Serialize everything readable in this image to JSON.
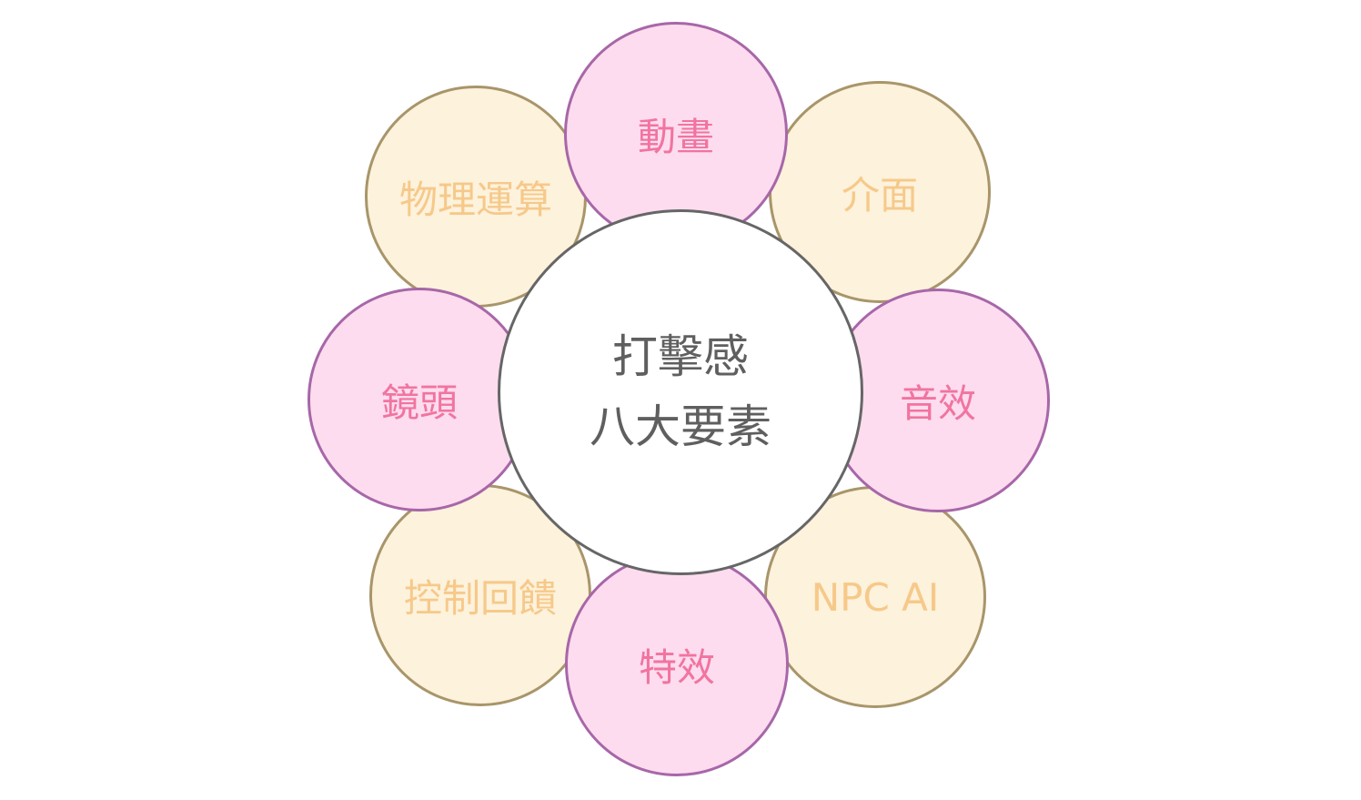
{
  "center": {
    "line1": "打擊感",
    "line2": "八大要素"
  },
  "elements": {
    "animation": "動畫",
    "ui": "介面",
    "sound": "音效",
    "npc_ai": "NPC AI",
    "vfx": "特效",
    "control_feedback": "控制回饋",
    "camera": "鏡頭",
    "physics": "物理運算"
  },
  "colors": {
    "pink_fill": "#fddcef",
    "pink_border": "#a767a8",
    "pink_text": "#f1749f",
    "peach_fill": "#fdf2dc",
    "peach_border": "#a8956a",
    "peach_text": "#f6c98a",
    "center_border": "#666666",
    "center_text": "#5f5f5f"
  }
}
